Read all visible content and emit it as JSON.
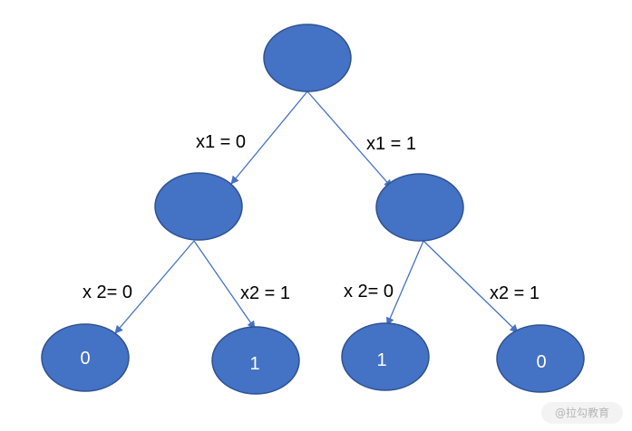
{
  "tree": {
    "root": {
      "label": ""
    },
    "left_child": {
      "label": ""
    },
    "right_child": {
      "label": ""
    },
    "leaves": [
      {
        "label": "0"
      },
      {
        "label": "1"
      },
      {
        "label": "1"
      },
      {
        "label": "0"
      }
    ],
    "edges": {
      "root_left": "x1 = 0",
      "root_right": "x1 = 1",
      "left_leaf1": "x 2= 0",
      "left_leaf2": "x2 = 1",
      "right_leaf3": "x 2= 0",
      "right_leaf4": "x2 = 1"
    }
  },
  "colors": {
    "node_fill": "#4472c4",
    "node_stroke": "#2f528f",
    "edge": "#4472c4"
  },
  "watermark": {
    "text": "@拉勾教育"
  }
}
